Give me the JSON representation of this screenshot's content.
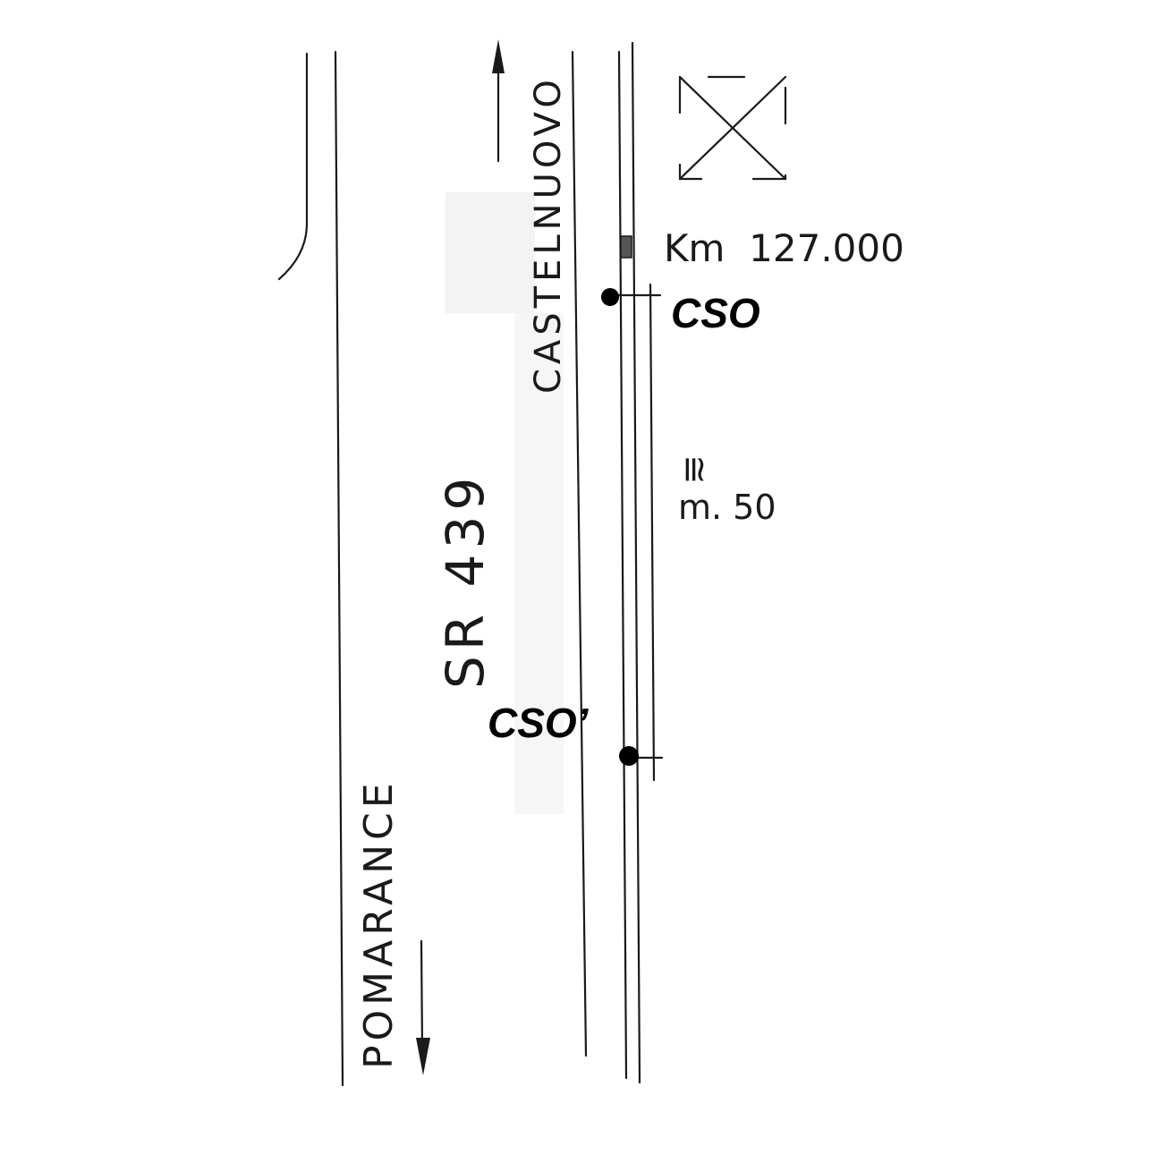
{
  "diagram": {
    "road_name": "SR 439",
    "direction_north": "CASTELNUOVO",
    "direction_south": "POMARANCE",
    "kilometer_marker": "Km  127.000",
    "point_a": "CSO",
    "point_b": "CSO’",
    "distance_symbol": "≅",
    "distance_value": "m. 50",
    "colors": {
      "ink": "#1a1a1a",
      "label": "#000000",
      "background": "#ffffff",
      "smudge": "#f2f2f2"
    },
    "icons": [
      "north-arrow-icon",
      "south-arrow-icon",
      "building-icon",
      "point-marker-icon"
    ]
  }
}
